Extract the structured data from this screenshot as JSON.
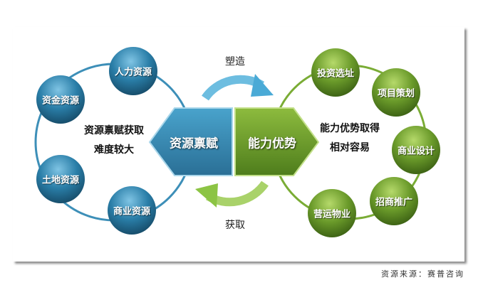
{
  "left": {
    "hexagon": "资源禀赋",
    "center_text": [
      "资源禀赋获取",
      "难度较大"
    ],
    "nodes": [
      "人力资源",
      "资金资源",
      "土地资源",
      "商业资源"
    ],
    "color": "#2f86ad"
  },
  "right": {
    "hexagon": "能力优势",
    "center_text": [
      "能力优势取得",
      "相对容易"
    ],
    "nodes": [
      "投资选址",
      "项目策划",
      "商业设计",
      "招商推广",
      "营运物业"
    ],
    "color": "#6a9a2a"
  },
  "arrows": {
    "top": "塑造",
    "bottom": "获取"
  },
  "source": "资源来源：赛普咨询"
}
